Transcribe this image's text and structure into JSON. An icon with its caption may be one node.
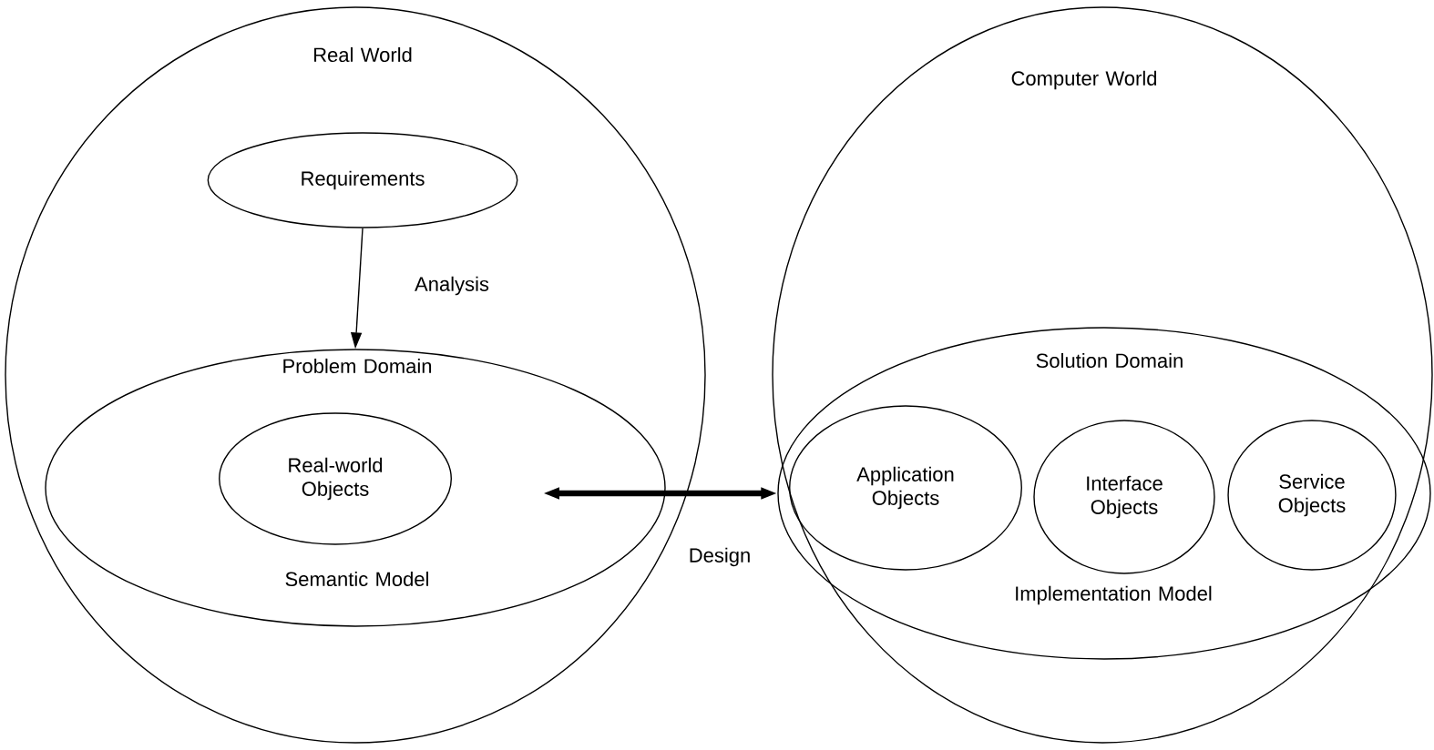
{
  "diagram": {
    "nodes": [
      {
        "text": [
          "Real World"
        ]
      },
      {
        "text": [
          "Requirements"
        ],
        "in": 0
      },
      {
        "text": [
          "Problem Domain",
          "Semantic Model"
        ],
        "in": 0
      },
      {
        "text": [
          "Real-world Objects"
        ],
        "in": 2
      },
      {
        "text": [
          "Computer World"
        ]
      },
      {
        "text": [
          "Solution Domain",
          "Implementation Model"
        ],
        "in": 4
      },
      {
        "text": [
          "Application Objects"
        ],
        "in": 5
      },
      {
        "text": [
          "Interface Objects"
        ],
        "in": 5
      },
      {
        "text": [
          "Service Objects"
        ],
        "in": 5
      }
    ],
    "edges": [
      {
        "from": 1,
        "to": 2,
        "arrow": "to",
        "label": "Analysis"
      },
      {
        "from": 3,
        "to": 5,
        "arrow": "both",
        "label": "Design",
        "style": "thick"
      }
    ]
  }
}
